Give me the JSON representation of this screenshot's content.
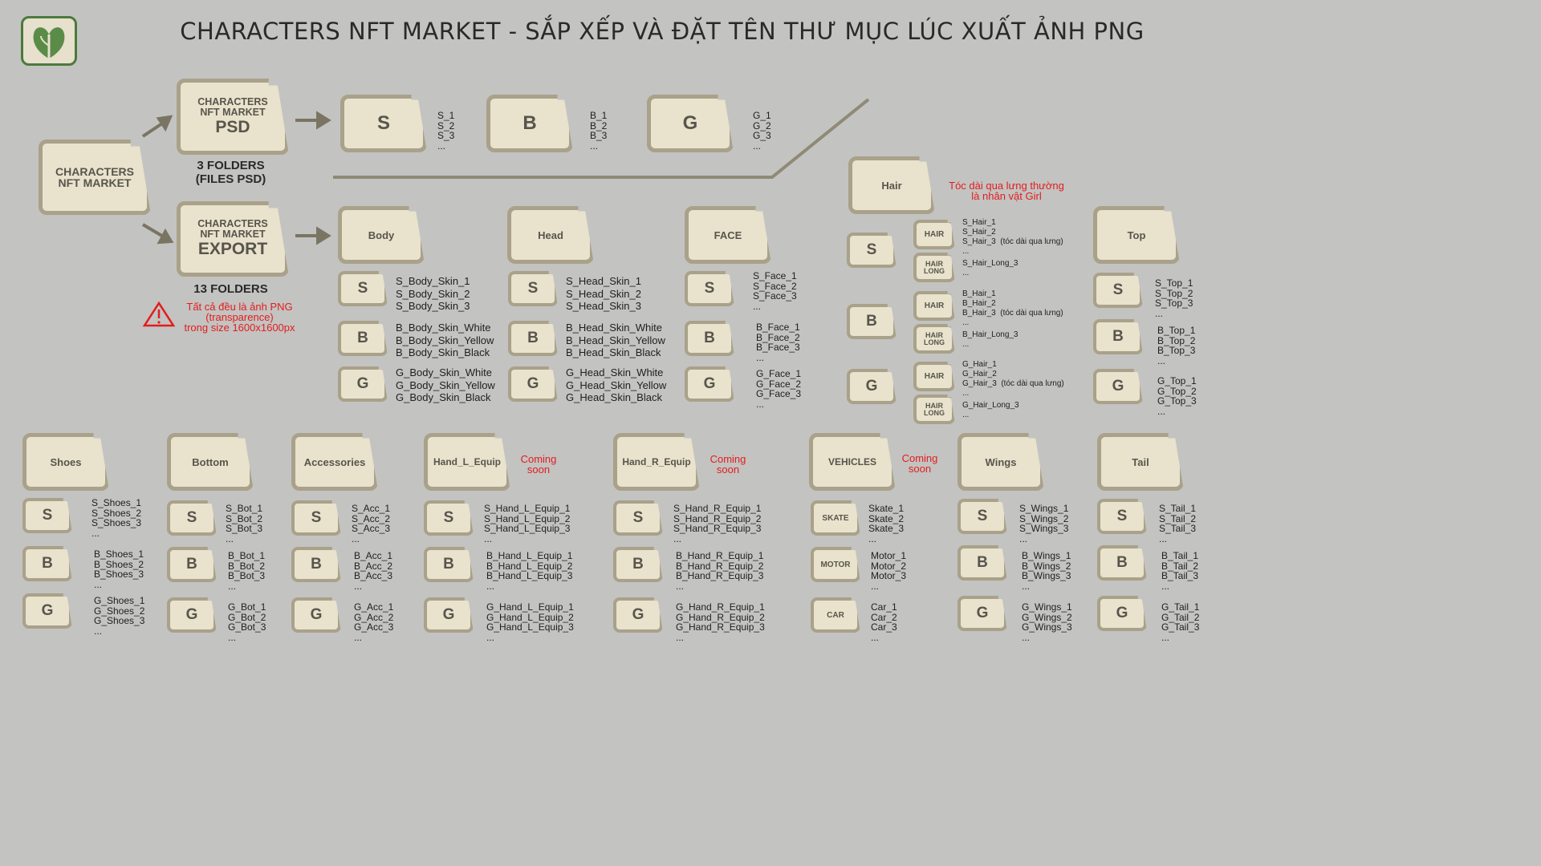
{
  "title": "CHARACTERS NFT MARKET - SẮP XẾP VÀ ĐẶT TÊN THƯ MỤC LÚC XUẤT ẢNH PNG",
  "root": "CHARACTERS\nNFT MARKET",
  "psd": {
    "top": "CHARACTERS\nNFT MARKET",
    "big": "PSD",
    "caption": "3 FOLDERS\n(FILES PSD)"
  },
  "export": {
    "top": "CHARACTERS\nNFT MARKET",
    "big": "EXPORT",
    "caption": "13 FOLDERS",
    "warning": "Tất cả đều là ảnh PNG\n(transparence)\ntrong size 1600x1600px"
  },
  "psd_folders": [
    {
      "label": "S",
      "files": "S_1\nS_2\nS_3\n..."
    },
    {
      "label": "B",
      "files": "B_1\nB_2\nB_3\n..."
    },
    {
      "label": "G",
      "files": "G_1\nG_2\nG_3\n..."
    }
  ],
  "hair_note": "Tóc dài qua lưng thường\nlà nhân vật Girl",
  "coming_soon": "Coming\nsoon",
  "groups": {
    "body": {
      "label": "Body",
      "s": "S_Body_Skin_1\nS_Body_Skin_2\nS_Body_Skin_3",
      "b": "B_Body_Skin_White\nB_Body_Skin_Yellow\nB_Body_Skin_Black",
      "g": "G_Body_Skin_White\nG_Body_Skin_Yellow\nG_Body_Skin_Black"
    },
    "head": {
      "label": "Head",
      "s": "S_Head_Skin_1\nS_Head_Skin_2\nS_Head_Skin_3",
      "b": "B_Head_Skin_White\nB_Head_Skin_Yellow\nB_Head_Skin_Black",
      "g": "G_Head_Skin_White\nG_Head_Skin_Yellow\nG_Head_Skin_Black"
    },
    "face": {
      "label": "FACE",
      "s": "S_Face_1\nS_Face_2\nS_Face_3\n...",
      "b": "B_Face_1\nB_Face_2\nB_Face_3\n...",
      "g": "G_Face_1\nG_Face_2\nG_Face_3\n..."
    },
    "hair": {
      "label": "Hair",
      "s_hair": "S_Hair_1\nS_Hair_2\nS_Hair_3  (tóc dài qua lưng)\n...",
      "s_long": "S_Hair_Long_3\n...",
      "b_hair": "B_Hair_1\nB_Hair_2\nB_Hair_3  (tóc dài qua lưng)\n...",
      "b_long": "B_Hair_Long_3\n...",
      "g_hair": "G_Hair_1\nG_Hair_2\nG_Hair_3  (tóc dài qua lưng)\n...",
      "g_long": "G_Hair_Long_3\n...",
      "hair_label": "HAIR",
      "long_label": "HAIR\nLONG"
    },
    "top": {
      "label": "Top",
      "s": "S_Top_1\nS_Top_2\nS_Top_3\n...",
      "b": "B_Top_1\nB_Top_2\nB_Top_3\n...",
      "g": "G_Top_1\nG_Top_2\nG_Top_3\n..."
    },
    "shoes": {
      "label": "Shoes",
      "s": "S_Shoes_1\nS_Shoes_2\nS_Shoes_3\n...",
      "b": "B_Shoes_1\nB_Shoes_2\nB_Shoes_3\n...",
      "g": "G_Shoes_1\nG_Shoes_2\nG_Shoes_3\n..."
    },
    "bottom": {
      "label": "Bottom",
      "s": "S_Bot_1\nS_Bot_2\nS_Bot_3\n...",
      "b": "B_Bot_1\nB_Bot_2\nB_Bot_3\n...",
      "g": "G_Bot_1\nG_Bot_2\nG_Bot_3\n..."
    },
    "acc": {
      "label": "Accessories",
      "s": "S_Acc_1\nS_Acc_2\nS_Acc_3\n...",
      "b": "B_Acc_1\nB_Acc_2\nB_Acc_3\n...",
      "g": "G_Acc_1\nG_Acc_2\nG_Acc_3\n..."
    },
    "handl": {
      "label": "Hand_L_Equip",
      "s": "S_Hand_L_Equip_1\nS_Hand_L_Equip_2\nS_Hand_L_Equip_3\n...",
      "b": "B_Hand_L_Equip_1\nB_Hand_L_Equip_2\nB_Hand_L_Equip_3\n...",
      "g": "G_Hand_L_Equip_1\nG_Hand_L_Equip_2\nG_Hand_L_Equip_3\n..."
    },
    "handr": {
      "label": "Hand_R_Equip",
      "s": "S_Hand_R_Equip_1\nS_Hand_R_Equip_2\nS_Hand_R_Equip_3\n...",
      "b": "B_Hand_R_Equip_1\nB_Hand_R_Equip_2\nB_Hand_R_Equip_3\n...",
      "g": "G_Hand_R_Equip_1\nG_Hand_R_Equip_2\nG_Hand_R_Equip_3\n..."
    },
    "veh": {
      "label": "VEHICLES",
      "skate_label": "SKATE",
      "motor_label": "MOTOR",
      "car_label": "CAR",
      "skate": "Skate_1\nSkate_2\nSkate_3\n...",
      "motor": "Motor_1\nMotor_2\nMotor_3\n...",
      "car": "Car_1\nCar_2\nCar_3\n..."
    },
    "wings": {
      "label": "Wings",
      "s": "S_Wings_1\nS_Wings_2\nS_Wings_3\n...",
      "b": "B_Wings_1\nB_Wings_2\nB_Wings_3\n...",
      "g": "G_Wings_1\nG_Wings_2\nG_Wings_3\n..."
    },
    "tail": {
      "label": "Tail",
      "s": "S_Tail_1\nS_Tail_2\nS_Tail_3\n...",
      "b": "B_Tail_1\nB_Tail_2\nB_Tail_3\n...",
      "g": "G_Tail_1\nG_Tail_2\nG_Tail_3\n..."
    }
  },
  "letters": {
    "s": "S",
    "b": "B",
    "g": "G"
  },
  "colors": {
    "folder_fill": "#e9e2cc",
    "folder_border": "#a9a18a",
    "background": "#c3c3c1",
    "warning_red": "#e21d1d",
    "logo_green": "#4c7a3c"
  }
}
